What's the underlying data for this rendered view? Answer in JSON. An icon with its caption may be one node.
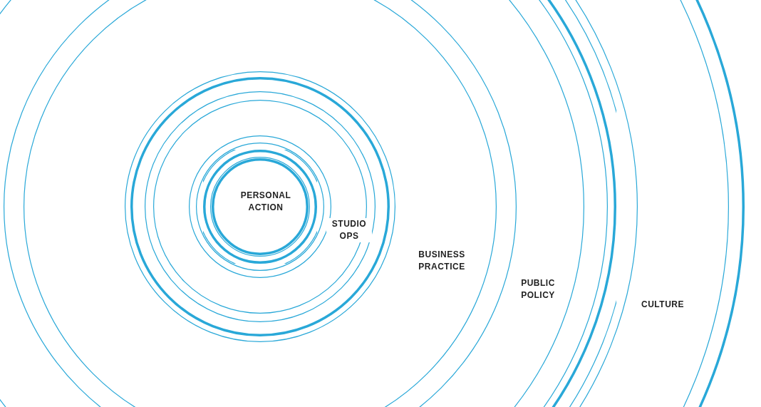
{
  "diagram": {
    "nodes": [
      {
        "text": [
          "CULTURE"
        ]
      },
      {
        "text": [
          "PUBLIC POLICY"
        ],
        "in": 0
      },
      {
        "text": [
          "BUSINESS PRACTICE"
        ],
        "in": 1
      },
      {
        "text": [
          "STUDIO OPS"
        ],
        "in": 2
      },
      {
        "text": [
          "PERSONAL ACTION"
        ],
        "in": 3
      }
    ]
  }
}
